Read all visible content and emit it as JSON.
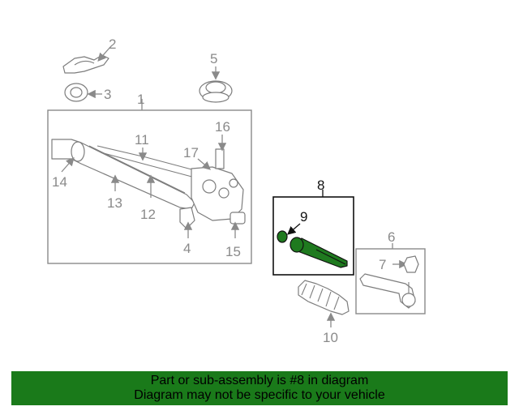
{
  "diagram": {
    "callouts": [
      "1",
      "2",
      "3",
      "4",
      "5",
      "6",
      "7",
      "8",
      "9",
      "10",
      "11",
      "12",
      "13",
      "14",
      "15",
      "16",
      "17"
    ],
    "highlight_color": "#1f7a1f",
    "box_color_highlight": "#111111",
    "box_color_normal": "#8a8a8a"
  },
  "banner": {
    "line1": "Part or sub-assembly is #8 in diagram",
    "line2": "Diagram may not be specific to your vehicle",
    "background": "#1a7a1a"
  }
}
